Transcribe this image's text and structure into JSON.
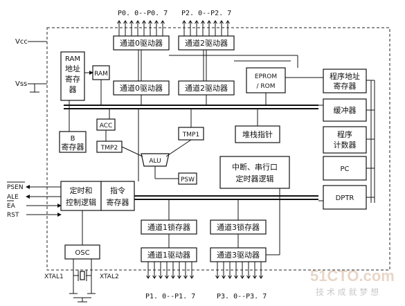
{
  "pins": {
    "vcc": "Vcc",
    "vss": "Vss",
    "psen": "PSEN",
    "ale": "ALE",
    "ea": "EA",
    "rst": "RST",
    "xtal1": "XTAL1",
    "xtal2": "XTAL2"
  },
  "ports": {
    "p0": "P0. 0--P0. 7",
    "p2": "P2. 0--P2. 7",
    "p1": "P1. 0--P1. 7",
    "p3": "P3. 0--P3. 7"
  },
  "blocks": {
    "ch0_drv_top": "通道0驱动器",
    "ch2_drv_top": "通道2驱动器",
    "ram_addr": [
      "RAM",
      "地址",
      "寄存",
      "器"
    ],
    "ram": "RAM",
    "ch0_drv_mid": "通道0驱动器",
    "ch2_drv_mid": "通道2驱动器",
    "eprom": [
      "EPROM",
      "/ ROM"
    ],
    "prog_addr": [
      "程序地址",
      "寄存器"
    ],
    "buffer": "缓冲器",
    "prog_counter": [
      "程序",
      "计数器"
    ],
    "pc": "PC",
    "dptr": "DPTR",
    "b_reg": [
      "B",
      "寄存器"
    ],
    "acc": "ACC",
    "tmp1": "TMP1",
    "tmp2": "TMP2",
    "stack_ptr": "堆栈指针",
    "alu": "ALU",
    "psw": "PSW",
    "interrupt": [
      "中断、串行口",
      "定时器逻辑"
    ],
    "timing": [
      "定时和",
      "控制逻辑"
    ],
    "instr_reg": [
      "指令",
      "寄存器"
    ],
    "ch1_latch": "通道1锁存器",
    "ch3_latch": "通道3锁存器",
    "ch1_drv": "通道1驱动器",
    "ch3_drv": "通道3驱动器",
    "osc": "OSC"
  },
  "watermark": {
    "brand": "51CTO.com",
    "slogan": "技 术 成 就 梦 想"
  }
}
